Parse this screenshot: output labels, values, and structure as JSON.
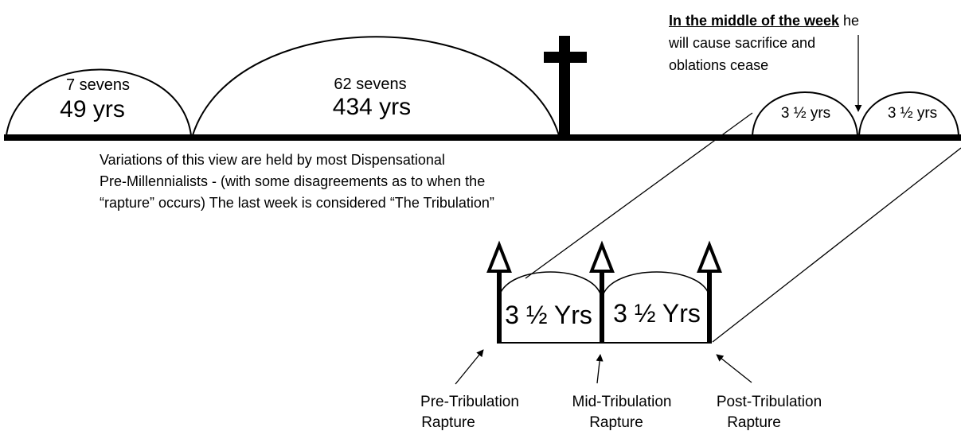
{
  "diagram": {
    "arcs": [
      {
        "line1": "7 sevens",
        "line2": "49 yrs"
      },
      {
        "line1": "62 sevens",
        "line2": "434 yrs"
      }
    ],
    "last_week_halves": [
      "3 ½ yrs",
      "3 ½ yrs"
    ],
    "week_note": {
      "emphasis": "In the middle of the week",
      "rest_line1": " he",
      "line2": "will cause sacrifice and",
      "line3": "oblations cease"
    },
    "description": {
      "line1": "Variations of this view are held by most Dispensational",
      "line2": "Pre-Millennialists - (with some disagreements as to when the",
      "line3": "“rapture” occurs) The last week is considered “The Tribulation”"
    },
    "tribulation_halves": [
      "3 ½ Yrs",
      "3 ½ Yrs"
    ],
    "raptures": [
      {
        "line1": "Pre-Tribulation",
        "line2": "Rapture"
      },
      {
        "line1": "Mid-Tribulation",
        "line2": "Rapture"
      },
      {
        "line1": "Post-Tribulation",
        "line2": "Rapture"
      }
    ]
  }
}
